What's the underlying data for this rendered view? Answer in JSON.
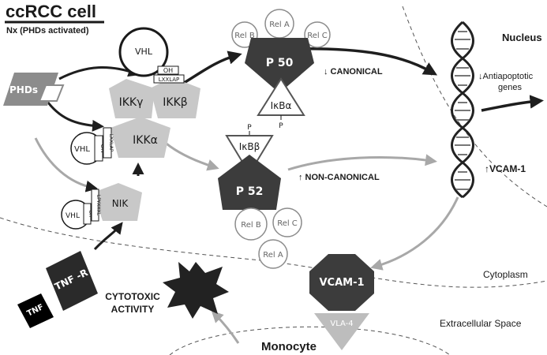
{
  "header": {
    "title": "ccRCC cell",
    "subtitle": "Nx (PHDs activated)"
  },
  "compartments": {
    "nucleus": "Nucleus",
    "cytoplasm": "Cytoplasm",
    "extracellular": "Extracellular Space"
  },
  "proteins": {
    "phds": "PHDs",
    "vhl_top": "VHL",
    "oh": "OH",
    "lxxlap": "LXXLAP",
    "ikk_gamma": "IKKγ",
    "ikk_beta": "IKKβ",
    "ikk_alpha": "IKKα",
    "vhl_alpha": "VHL",
    "vhl_nik": "VHL",
    "nik": "NIK",
    "nik_motif": "LPYXXXL",
    "rel_b_top": "Rel B",
    "rel_a_top": "Rel A",
    "rel_c_top": "Rel C",
    "p50": "P 50",
    "ikb_alpha": "IκBα",
    "p_small": "P",
    "ikb_beta": "IκBβ",
    "p52": "P 52",
    "rel_b_bottom": "Rel B",
    "rel_c_bottom": "Rel C",
    "rel_a_bottom": "Rel A",
    "tnf_r": "TNF -R",
    "tnf": "TNF",
    "vcam1_protein": "VCAM-1",
    "vla4": "VLA-4"
  },
  "labels": {
    "canonical": "↓ CANONICAL",
    "non_canonical": "↑ NON-CANONICAL",
    "antiapoptotic_line1": "↓Antiapoptotic",
    "antiapoptotic_line2": "genes",
    "vcam1_gene": "↑VCAM-1",
    "cytotoxic_line1": "CYTOTOXIC",
    "cytotoxic_line2": "ACTIVITY",
    "monocyte": "Monocyte"
  }
}
